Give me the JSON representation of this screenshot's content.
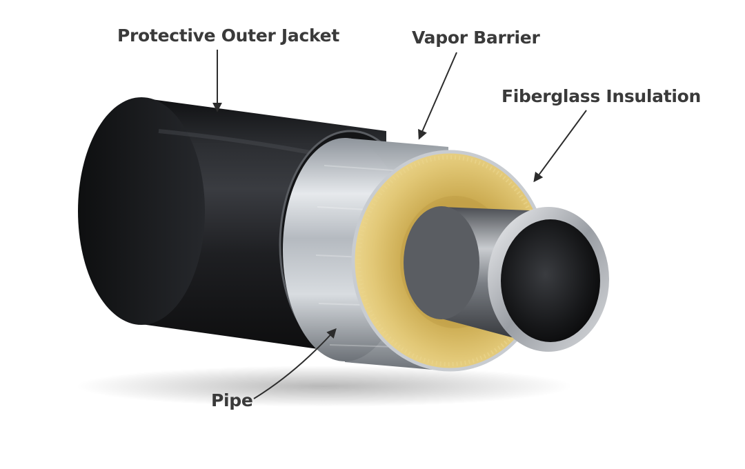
{
  "diagram": {
    "labels": {
      "outer_jacket": "Protective Outer Jacket",
      "vapor_barrier": "Vapor Barrier",
      "insulation": "Fiberglass Insulation",
      "pipe": "Pipe"
    },
    "colors": {
      "jacket": "#1c1d20",
      "foil": "#b9bec4",
      "fiberglass": "#dcc065",
      "steel": "#8c9096",
      "label_text": "#3a3a3a",
      "leader_line": "#2c2c2c",
      "background": "#ffffff"
    }
  }
}
